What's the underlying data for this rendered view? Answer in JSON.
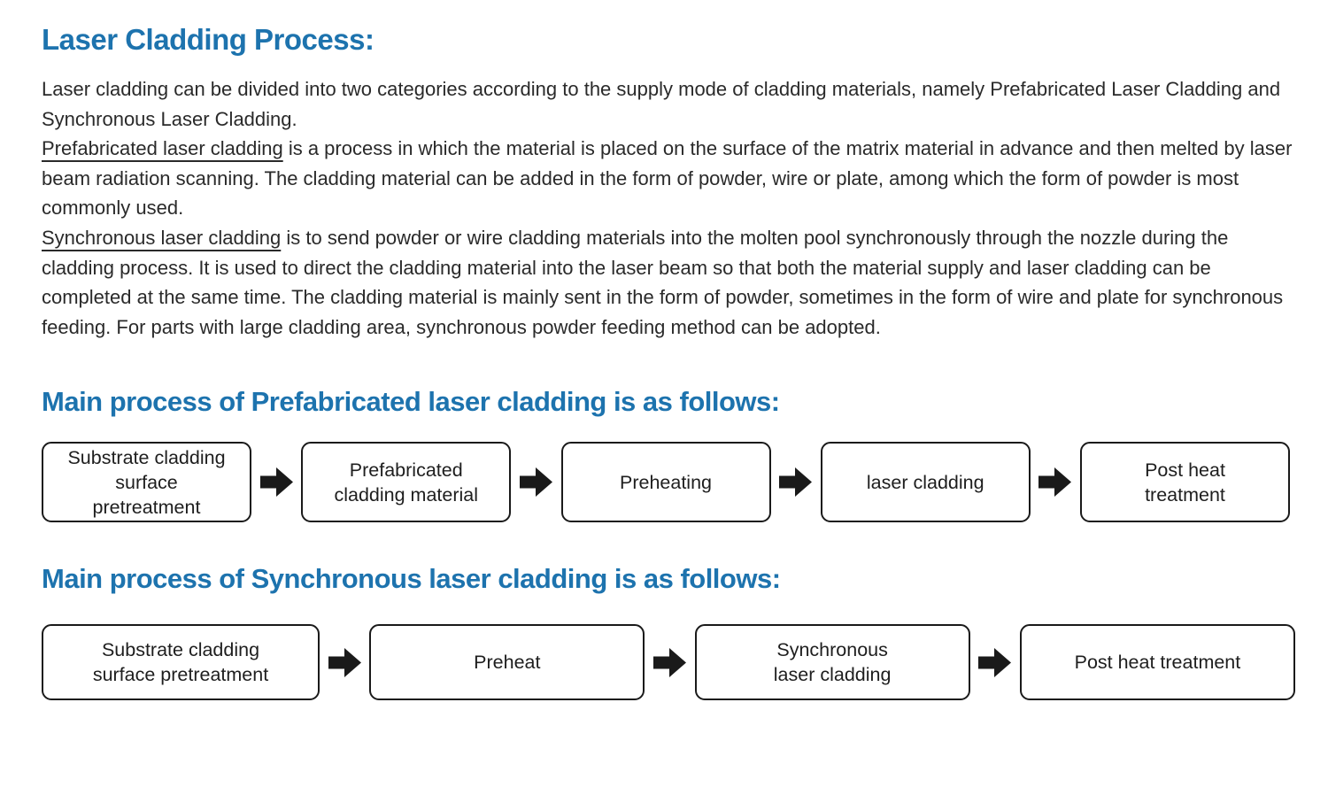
{
  "title": "Laser Cladding Process:",
  "intro": {
    "p1": "Laser cladding can be divided into two categories according to the supply mode of cladding materials, namely Prefabricated Laser Cladding and Synchronous Laser Cladding.",
    "p2_lead": "Prefabricated laser cladding",
    "p2_rest": " is a process in which the material is placed on the surface of the matrix material in advance and then melted by laser beam radiation scanning. The cladding material can be added in the form of powder, wire or plate, among which the form of powder is most commonly used.",
    "p3_lead": "Synchronous laser cladding",
    "p3_rest": " is to send powder or wire cladding materials into the molten pool synchronously through the nozzle during the cladding process. It is used to direct the cladding material into the laser beam so that both the material supply and laser cladding can be completed at the same time. The cladding material is mainly sent in the form of powder, sometimes in the form of wire and plate for synchronous feeding. For parts with large cladding area, synchronous powder feeding method can be adopted."
  },
  "flow_prefabricated": {
    "heading": "Main process of Prefabricated laser cladding is as follows:",
    "steps": [
      "Substrate cladding\nsurface\npretreatment",
      "Prefabricated\ncladding material",
      "Preheating",
      "laser cladding",
      "Post heat\ntreatment"
    ]
  },
  "flow_synchronous": {
    "heading": "Main process of Synchronous laser cladding is as follows:",
    "steps": [
      "Substrate cladding\nsurface pretreatment",
      "Preheat",
      "Synchronous\nlaser cladding",
      "Post heat treatment"
    ]
  },
  "colors": {
    "heading_blue": "#1d73ae",
    "body_text": "#2a2a2a",
    "box_border": "#1a1a1a",
    "arrow_fill": "#1a1a1a",
    "background": "#ffffff"
  }
}
